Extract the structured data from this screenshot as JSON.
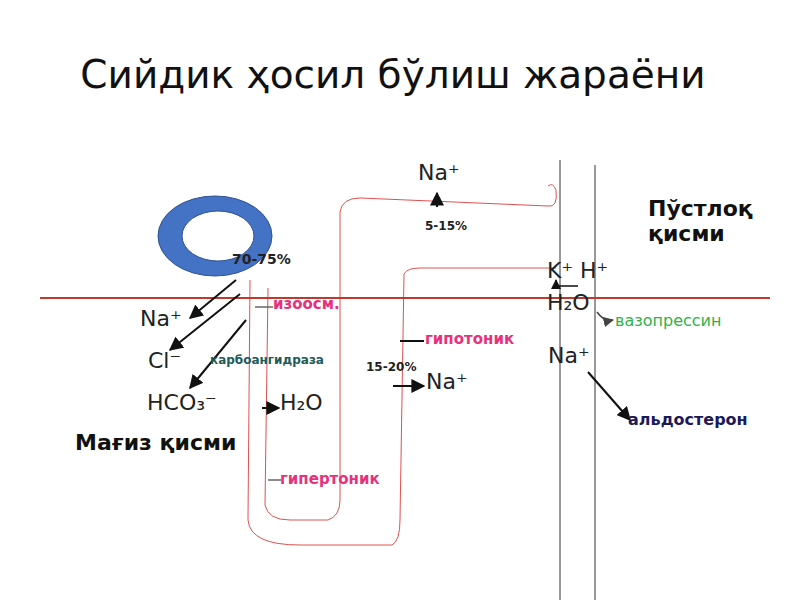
{
  "diagram": {
    "title": "Сийдик ҳосил бўлиш жараёни",
    "labels": [
      "Na⁺",
      "5-15%",
      "Пўстлоқ қисми",
      "70-75%",
      "K⁺",
      "H⁺",
      "изоосм.",
      "H₂O",
      "Na⁺",
      "вазопрессин",
      "Cl⁻",
      "карбоангидраза",
      "гипотоник",
      "Na⁺",
      "15-20%",
      "Na⁺",
      "HCO₃⁻",
      "H₂O",
      "альдостерон",
      "Мағиз қисми",
      "гипертоник"
    ]
  }
}
